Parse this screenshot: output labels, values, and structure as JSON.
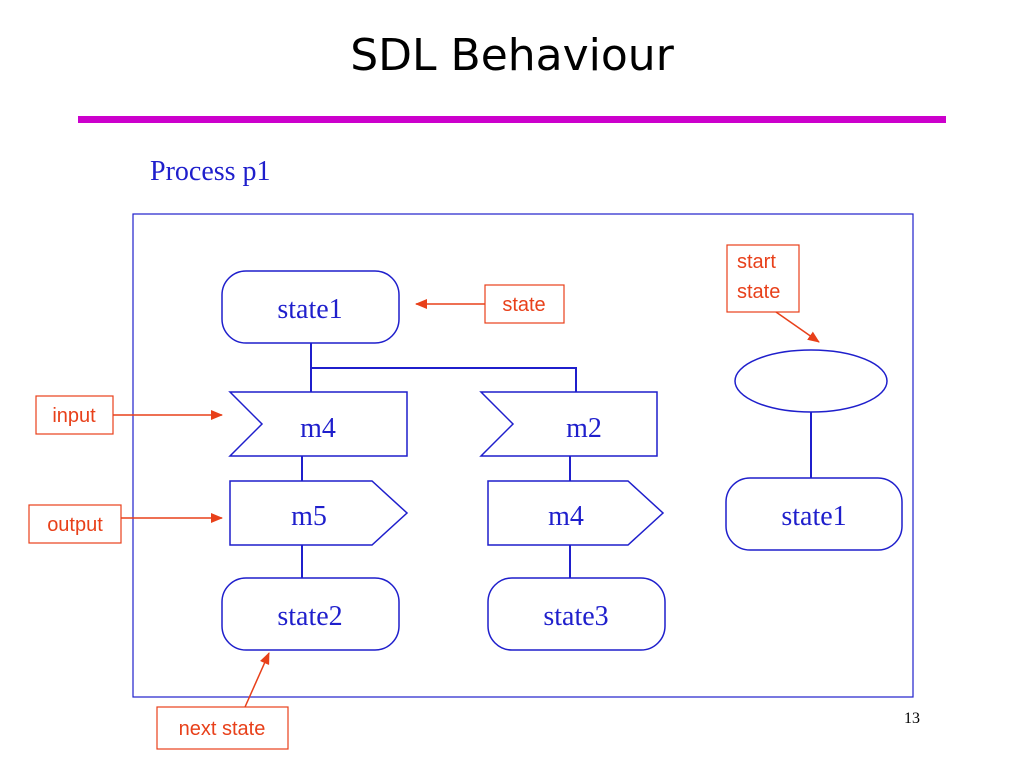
{
  "slide": {
    "title": "SDL Behaviour",
    "page_number": "13"
  },
  "diagram": {
    "process_label": "Process p1",
    "nodes": {
      "state1_main": "state1",
      "input_m4": "m4",
      "input_m2": "m2",
      "output_m5": "m5",
      "output_m4": "m4",
      "state2": "state2",
      "state3": "state3",
      "state1_right": "state1"
    },
    "callouts": {
      "state": "state",
      "start_state_line1": "start",
      "start_state_line2": "state",
      "input": "input",
      "output": "output",
      "next_state": "next state"
    },
    "colors": {
      "diagram": "#1f1fcc",
      "callout": "#e8401a",
      "rule": "#cc00cc"
    }
  }
}
